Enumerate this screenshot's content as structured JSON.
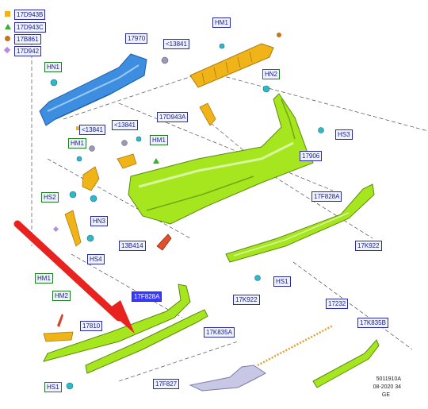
{
  "legend": [
    {
      "code": "17D943B",
      "marker": "square",
      "color": "#f2b21b"
    },
    {
      "code": "17D943C",
      "marker": "triangle",
      "color": "#37b030"
    },
    {
      "code": "17B861",
      "marker": "circle",
      "color": "#c8731e"
    },
    {
      "code": "17D942",
      "marker": "diamond",
      "color": "#b48ce6"
    }
  ],
  "callouts": {
    "c17970": "17970",
    "c13841a": "<13841",
    "hm1a": "HM1",
    "hn1": "HN1",
    "hn2": "HN2",
    "c17d943a": "17D943A",
    "c13841b": "<13841",
    "c13841c": "<13841",
    "hm1b": "HM1",
    "hm1c": "HM1",
    "hs3": "HS3",
    "c17906": "17906",
    "hs2": "HS2",
    "hn3": "HN3",
    "c17f828a_top": "17F828A",
    "c13b414": "13B414",
    "hs4": "HS4",
    "c17k922a": "17K922",
    "hs1a": "HS1",
    "hm1d": "HM1",
    "hm2": "HM2",
    "c17f828a_hl": "17F828A",
    "c17k922b": "17K922",
    "c17810": "17810",
    "c17k835a": "17K835A",
    "c17232": "17232",
    "c17k835b": "17K835B",
    "c17f827": "17F827",
    "hs1b": "HS1"
  },
  "footer": {
    "line1": "5011910A",
    "line2": "08-2020 34",
    "line3": "GE"
  },
  "arrow_color": "#e8231f",
  "part_color_bumper": "#a6e61e",
  "part_color_beam": "#3d8ee0",
  "part_color_bracket": "#f0b419"
}
